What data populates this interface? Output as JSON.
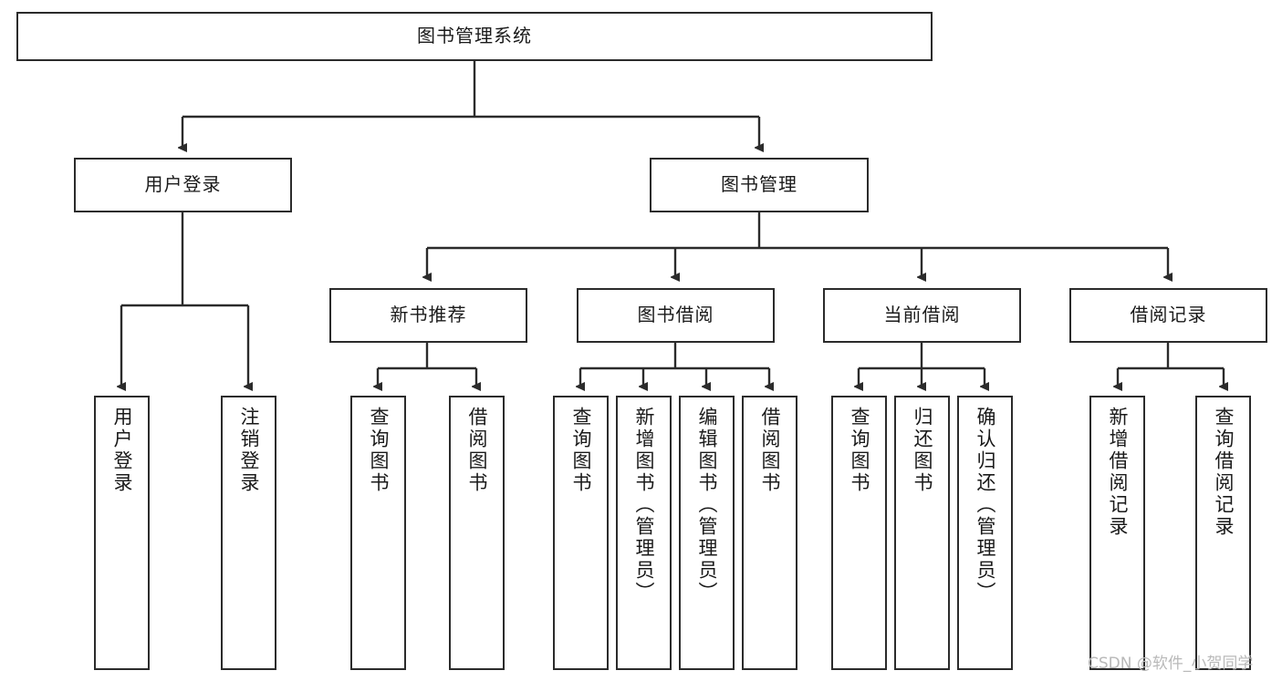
{
  "diagram": {
    "title": "图书管理系统",
    "type": "tree",
    "root": {
      "id": "root",
      "label": "图书管理系统"
    },
    "level1": [
      {
        "id": "user-login",
        "label": "用户登录"
      },
      {
        "id": "book-manage",
        "label": "图书管理"
      }
    ],
    "level2": [
      {
        "id": "new-book-recommend",
        "label": "新书推荐",
        "parent": "book-manage"
      },
      {
        "id": "book-borrow",
        "label": "图书借阅",
        "parent": "book-manage"
      },
      {
        "id": "current-borrow",
        "label": "当前借阅",
        "parent": "book-manage"
      },
      {
        "id": "borrow-record",
        "label": "借阅记录",
        "parent": "book-manage"
      }
    ],
    "leaves": {
      "user_login": [
        {
          "id": "leaf-user-login",
          "label": "用户登录"
        },
        {
          "id": "leaf-logout-login",
          "label": "注销登录"
        }
      ],
      "new_book_recommend": [
        {
          "id": "leaf-query-book-1",
          "label": "查询图书"
        },
        {
          "id": "leaf-borrow-book-1",
          "label": "借阅图书"
        }
      ],
      "book_borrow": [
        {
          "id": "leaf-query-book-2",
          "label": "查询图书"
        },
        {
          "id": "leaf-add-book-admin",
          "label": "新增图书（管理员）"
        },
        {
          "id": "leaf-edit-book-admin",
          "label": "编辑图书（管理员）"
        },
        {
          "id": "leaf-borrow-book-2",
          "label": "借阅图书"
        }
      ],
      "current_borrow": [
        {
          "id": "leaf-query-book-3",
          "label": "查询图书"
        },
        {
          "id": "leaf-return-book",
          "label": "归还图书"
        },
        {
          "id": "leaf-confirm-return-admin",
          "label": "确认归还（管理员）"
        }
      ],
      "borrow_record": [
        {
          "id": "leaf-add-borrow-record",
          "label": "新增借阅记录"
        },
        {
          "id": "leaf-query-borrow-record",
          "label": "查询借阅记录"
        }
      ]
    }
  },
  "watermark": {
    "text": "CSDN @软件_小贺同学"
  },
  "colors": {
    "border": "#2b2b2b",
    "background": "#ffffff",
    "text": "#1a1a1a",
    "watermark": "#b9b9b9"
  }
}
